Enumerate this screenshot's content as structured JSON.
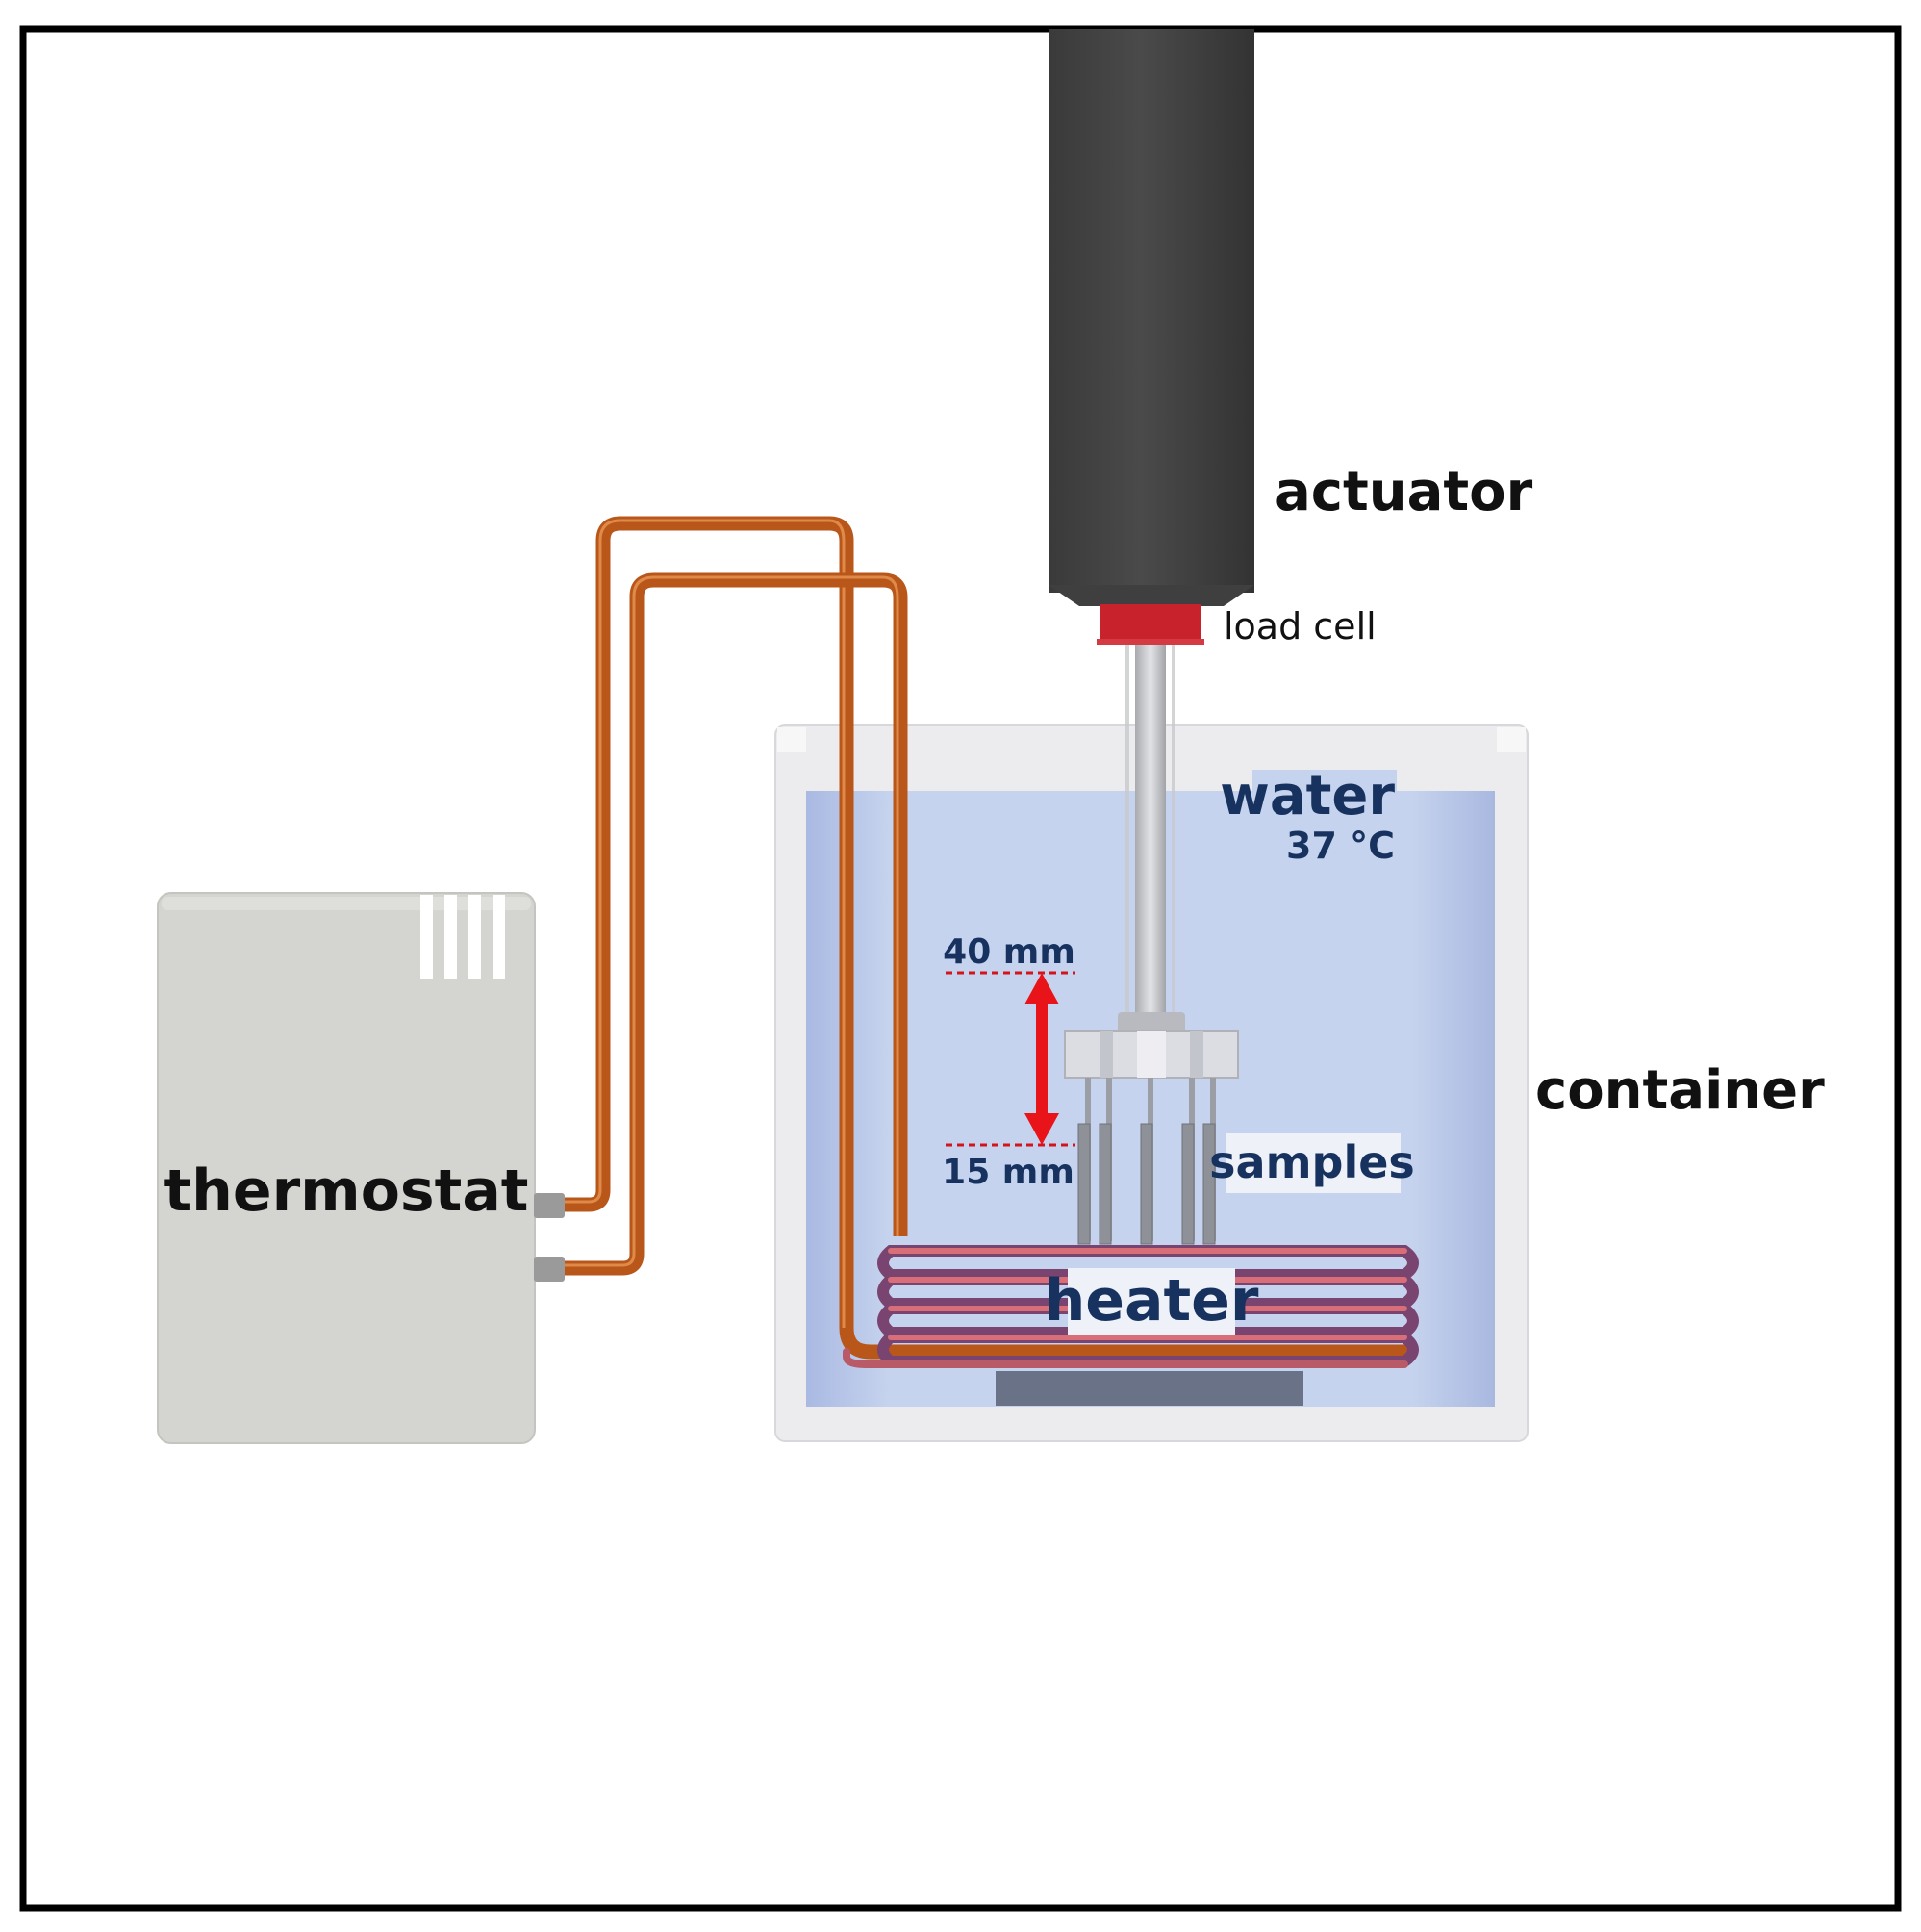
{
  "labels": {
    "actuator": "actuator",
    "load_cell": "load cell",
    "water": "water",
    "temperature": "37 °C",
    "upper_position": "40 mm",
    "lower_position": "15 mm",
    "samples": "samples",
    "container": "container",
    "thermostat": "thermostat",
    "heater": "heater"
  },
  "colors": {
    "actuator_body": "#454545",
    "load_cell": "#c8232c",
    "water": "#c5d3ee",
    "container_wall": "#ececee",
    "thermostat_body": "#d4d4d0",
    "hose": "#c05a1c",
    "heater_coil": "#c65a6a",
    "arrow": "#e8141a",
    "dashed_marker": "#d4141a",
    "navy_text": "#17325e"
  },
  "icons": {
    "motion_arrow": "double-headed-vertical-arrow",
    "vent": "vent-slots"
  }
}
